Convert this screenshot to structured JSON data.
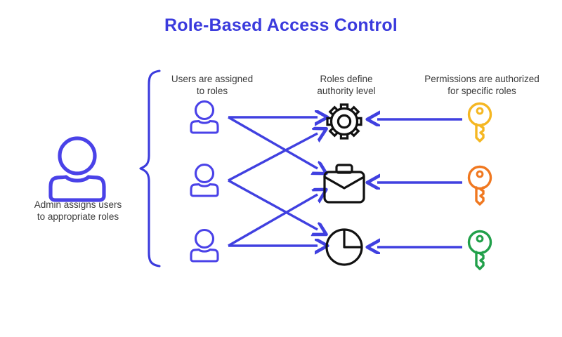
{
  "page": {
    "title": "Role-Based Access Control",
    "background_color": "#ffffff",
    "accent_color": "#3b3bdd",
    "text_color": "#3a3a3a"
  },
  "diagram": {
    "type": "rbac-flow",
    "columns": [
      {
        "id": "users",
        "label_line1": "Users are assigned",
        "label_line2": "to roles",
        "icon": "user-icon",
        "icon_color": "#4a42e8",
        "count": 3
      },
      {
        "id": "roles",
        "label_line1": "Roles define",
        "label_line2": "authority level",
        "icon_color": "#111111",
        "count": 3
      },
      {
        "id": "permissions",
        "label_line1": "Permissions are authorized",
        "label_line2": "for specific roles",
        "icon": "key-icon",
        "count": 3
      }
    ],
    "admin": {
      "icon": "admin-user-icon",
      "icon_color": "#4a42e8",
      "label_line1": "Admin assigns users",
      "label_line2": "to appropriate roles"
    },
    "brace": {
      "name": "users-group-brace",
      "color": "#3b3bdd"
    },
    "users": [
      {
        "id": "user-1",
        "name": "user-icon-1"
      },
      {
        "id": "user-2",
        "name": "user-icon-2"
      },
      {
        "id": "user-3",
        "name": "user-icon-3"
      }
    ],
    "roles": [
      {
        "id": "role-1",
        "icon": "gear-icon",
        "color": "#111111"
      },
      {
        "id": "role-2",
        "icon": "briefcase-icon",
        "color": "#111111"
      },
      {
        "id": "role-3",
        "icon": "pie-chart-icon",
        "color": "#111111"
      }
    ],
    "permissions": [
      {
        "id": "permission-1",
        "icon": "key-icon",
        "color": "#f5b722"
      },
      {
        "id": "permission-2",
        "icon": "key-icon",
        "color": "#f07820"
      },
      {
        "id": "permission-3",
        "icon": "key-icon",
        "color": "#21a04a"
      }
    ],
    "assignment_arrows": [
      {
        "from": "user-1",
        "to": "role-1",
        "name": "arrow-user1-role1"
      },
      {
        "from": "user-1",
        "to": "role-2",
        "name": "arrow-user1-role2"
      },
      {
        "from": "user-2",
        "to": "role-1",
        "name": "arrow-user2-role1"
      },
      {
        "from": "user-2",
        "to": "role-3",
        "name": "arrow-user2-role3"
      },
      {
        "from": "user-3",
        "to": "role-2",
        "name": "arrow-user3-role2"
      },
      {
        "from": "user-3",
        "to": "role-3",
        "name": "arrow-user3-role3"
      }
    ],
    "permission_arrows": [
      {
        "from": "permission-1",
        "to": "role-1",
        "name": "arrow-permission1-role1"
      },
      {
        "from": "permission-2",
        "to": "role-2",
        "name": "arrow-permission2-role2"
      },
      {
        "from": "permission-3",
        "to": "role-3",
        "name": "arrow-permission3-role3"
      }
    ],
    "arrow_color": "#4040e0"
  }
}
